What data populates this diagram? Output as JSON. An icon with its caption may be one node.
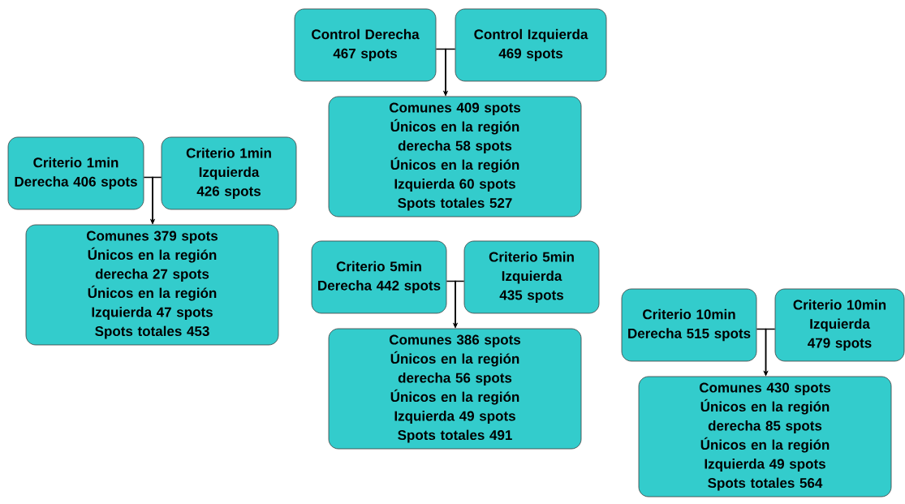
{
  "diagram": {
    "nodes": [
      {
        "text": [
          "Control Derecha 467 spots"
        ]
      },
      {
        "text": [
          "Control Izquierda 469 spots"
        ]
      },
      {
        "text": [
          "Comunes 409 spots",
          "Únicos en la región derecha 58 spots",
          "Únicos en la región Izquierda 60 spots",
          "Spots totales 527"
        ]
      },
      {
        "text": [
          "Criterio 1min Derecha 406 spots"
        ]
      },
      {
        "text": [
          "Criterio 1min Izquierda 426 spots"
        ]
      },
      {
        "text": [
          "Comunes 379 spots",
          "Únicos en la región derecha 27 spots",
          "Únicos en la región Izquierda 47 spots",
          "Spots totales 453"
        ]
      },
      {
        "text": [
          "Criterio 5min Derecha 442 spots"
        ]
      },
      {
        "text": [
          "Criterio 5min Izquierda 435 spots"
        ]
      },
      {
        "text": [
          "Comunes 386 spots",
          "Únicos en la región derecha 56 spots",
          "Únicos en la región Izquierda 49 spots",
          "Spots totales 491"
        ]
      },
      {
        "text": [
          "Criterio 10min Derecha 515 spots"
        ]
      },
      {
        "text": [
          "Criterio 10min Izquierda 479 spots"
        ]
      },
      {
        "text": [
          "Comunes 430 spots",
          "Únicos en la región derecha 85 spots",
          "Únicos en la región Izquierda 49 spots",
          "Spots totales 564"
        ]
      }
    ],
    "edges": [
      {
        "from": 0,
        "to": 2,
        "arrow": "to"
      },
      {
        "from": 1,
        "to": 2,
        "arrow": "to"
      },
      {
        "from": 3,
        "to": 5,
        "arrow": "to"
      },
      {
        "from": 4,
        "to": 5,
        "arrow": "to"
      },
      {
        "from": 6,
        "to": 8,
        "arrow": "to"
      },
      {
        "from": 7,
        "to": 8,
        "arrow": "to"
      },
      {
        "from": 9,
        "to": 11,
        "arrow": "to"
      },
      {
        "from": 10,
        "to": 11,
        "arrow": "to"
      }
    ]
  }
}
